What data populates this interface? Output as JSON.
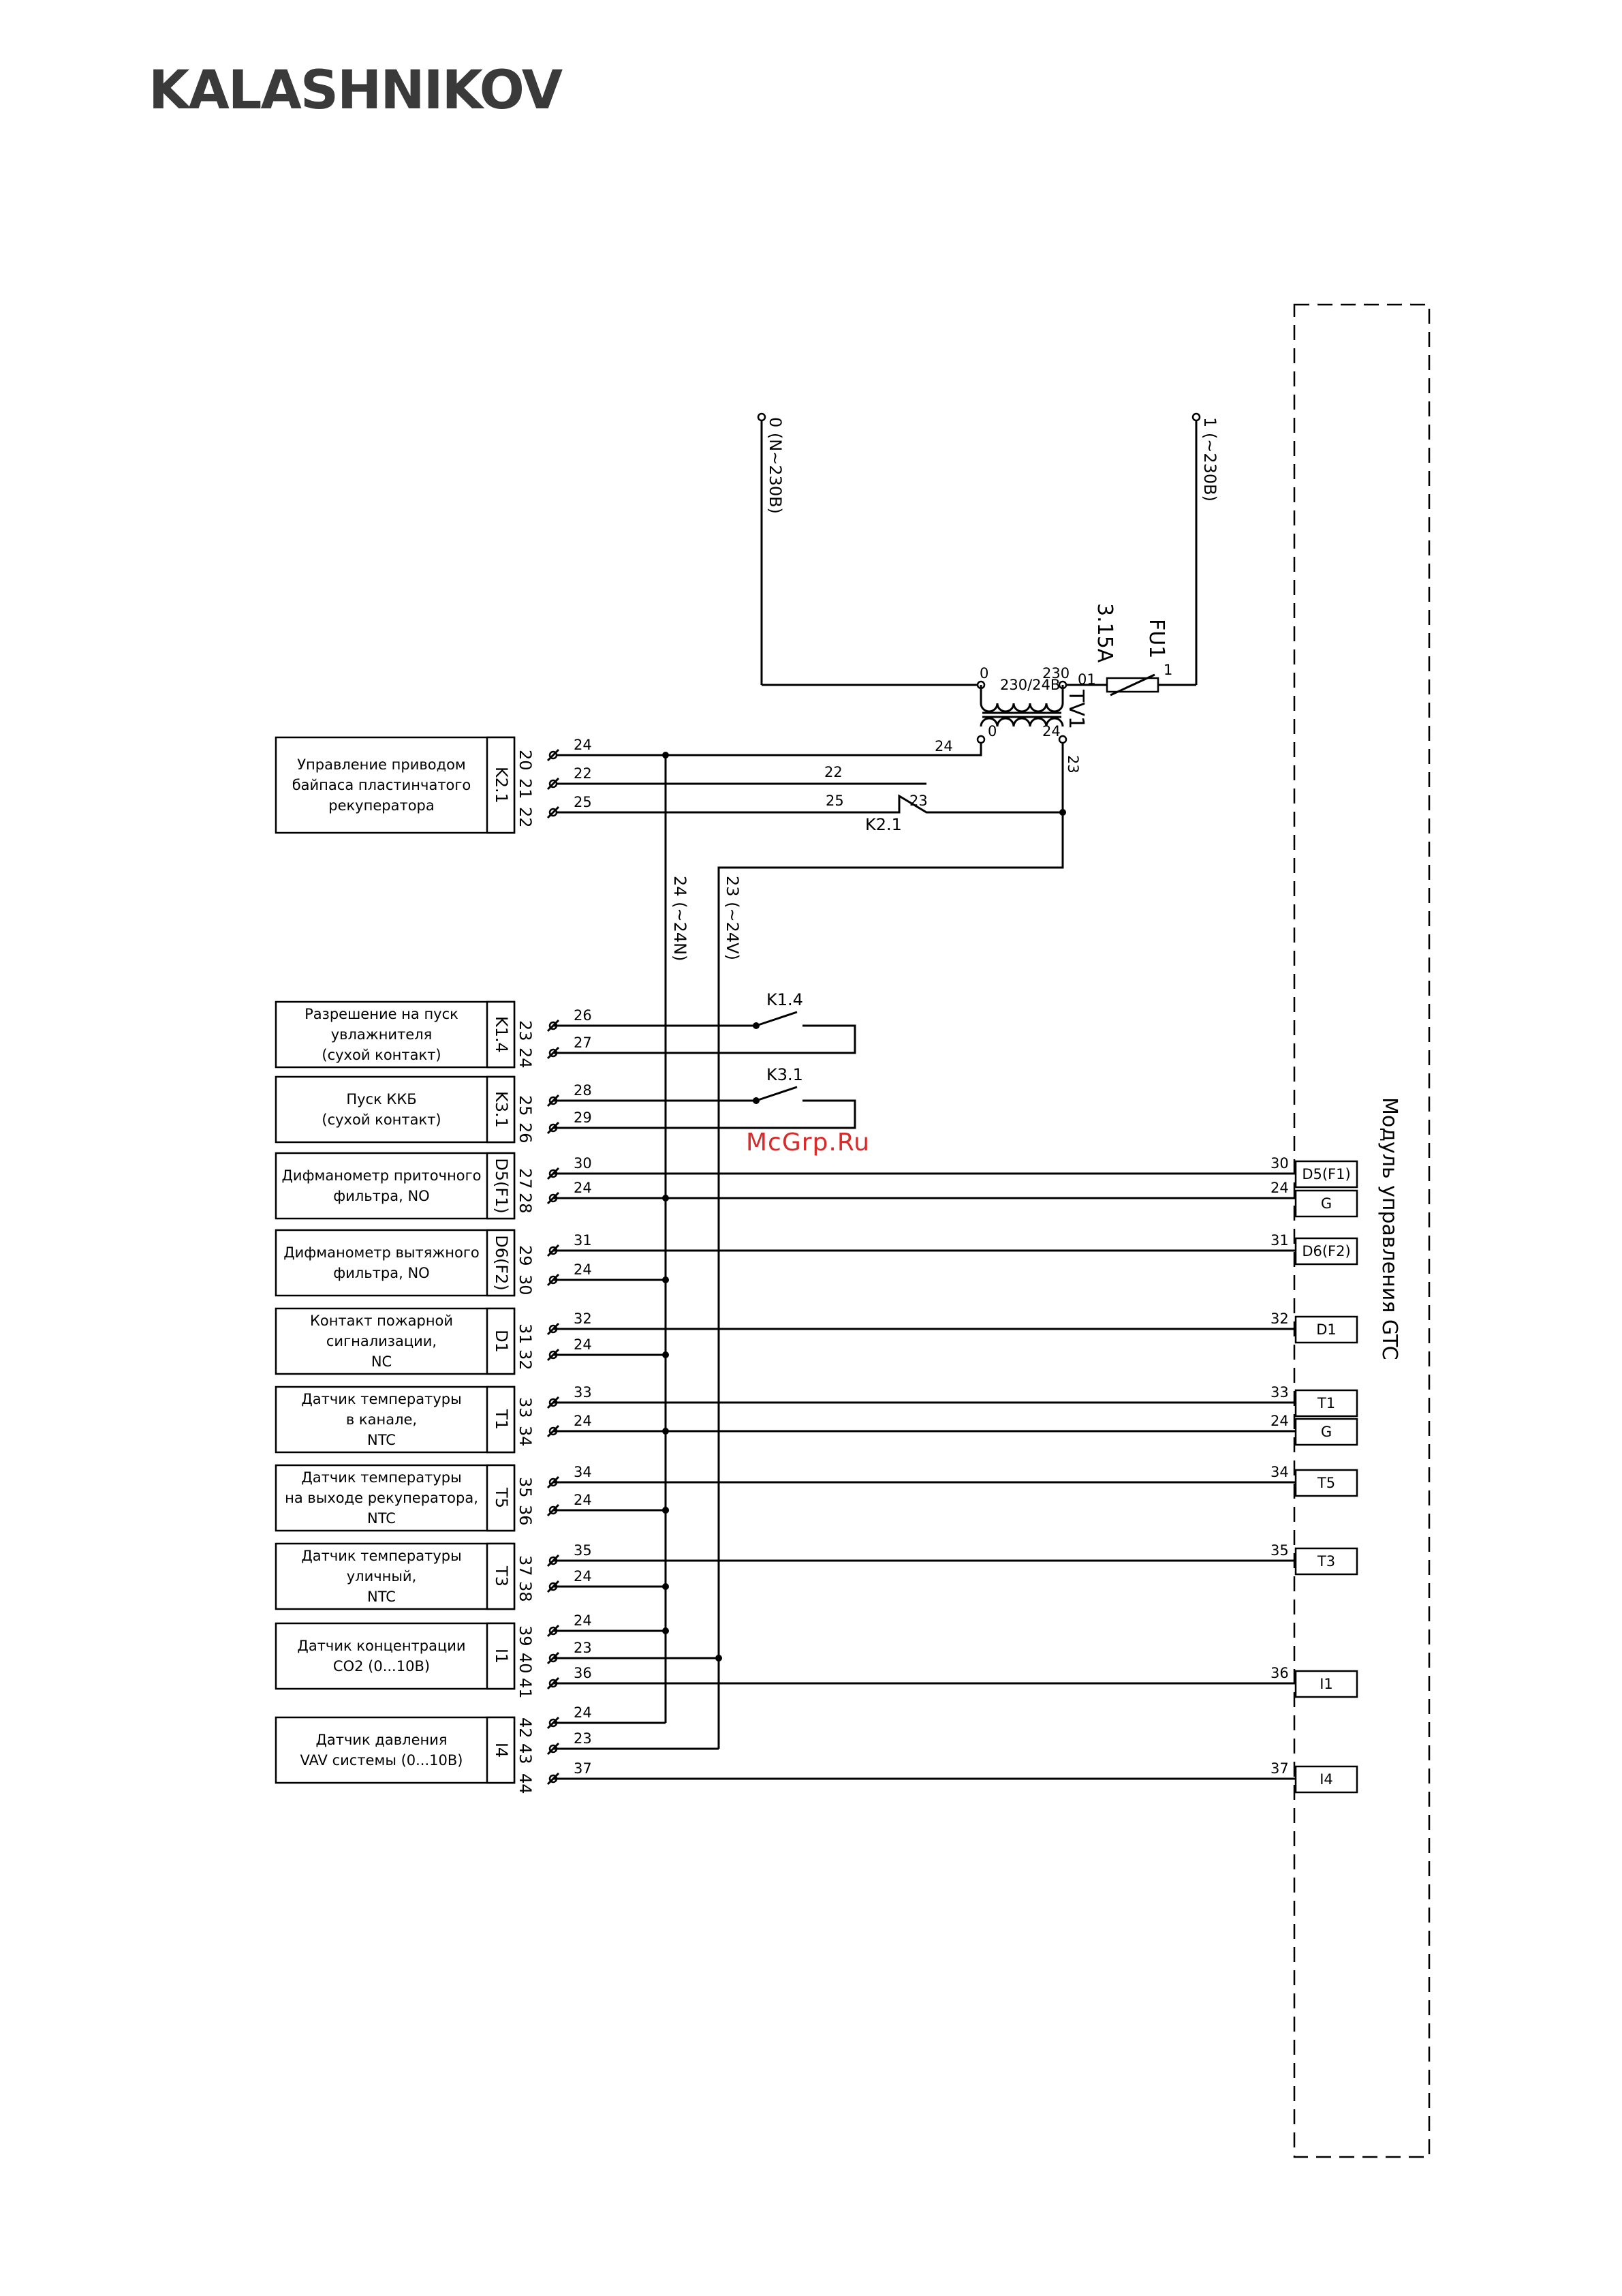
{
  "brand": {
    "logo_text": "KALASHNIKOV"
  },
  "watermark": "McGrp.Ru",
  "power": {
    "neutral_label": "0 (N~230В)",
    "phase_label": "1 (~230В)",
    "fuse_label": "FU1",
    "fuse_rating": "3.15A",
    "transformer_label": "TV1",
    "transformer_ratio": "230/24В",
    "transformer_terminals": [
      "0",
      "230",
      "01",
      "1",
      "0",
      "24",
      "24",
      "23"
    ],
    "relay_label": "K2.1",
    "relay_terminals": [
      "22",
      "25",
      "23"
    ],
    "bus24_label": "24 (~24N)",
    "bus23_label": "23 (~24V)"
  },
  "gtc_module_label": "Модуль управления GTC",
  "devices": [
    {
      "tag": "K2.1",
      "lines": [
        "Управление приводом",
        "байпаса пластинчатого",
        "рекуператора"
      ],
      "terminals": [
        "20",
        "21",
        "22"
      ],
      "wires": [
        "24",
        "22",
        "25"
      ]
    },
    {
      "tag": "K1.4",
      "lines": [
        "Разрешение на пуск",
        "увлажнителя",
        "(сухой контакт)"
      ],
      "terminals": [
        "23",
        "24"
      ],
      "wires": [
        "26",
        "27"
      ],
      "contact": "K1.4"
    },
    {
      "tag": "K3.1",
      "lines": [
        "Пуск ККБ",
        "(сухой контакт)"
      ],
      "terminals": [
        "25",
        "26"
      ],
      "wires": [
        "28",
        "29"
      ],
      "contact": "K3.1"
    },
    {
      "tag": "D5(F1)",
      "lines": [
        "Дифманометр приточного",
        "фильтра, NO"
      ],
      "terminals": [
        "27",
        "28"
      ],
      "wires": [
        "30",
        "24"
      ],
      "module": [
        "D5(F1)",
        "G"
      ]
    },
    {
      "tag": "D6(F2)",
      "lines": [
        "Дифманометр вытяжного",
        "фильтра, NO"
      ],
      "terminals": [
        "29",
        "30"
      ],
      "wires": [
        "31",
        "24"
      ],
      "module": [
        "D6(F2)"
      ]
    },
    {
      "tag": "D1",
      "lines": [
        "Контакт пожарной",
        "сигнализации,",
        "NC"
      ],
      "terminals": [
        "31",
        "32"
      ],
      "wires": [
        "32",
        "24"
      ],
      "module": [
        "D1"
      ]
    },
    {
      "tag": "T1",
      "lines": [
        "Датчик температуры",
        "в канале,",
        "NTC"
      ],
      "terminals": [
        "33",
        "34"
      ],
      "wires": [
        "33",
        "24"
      ],
      "module": [
        "T1",
        "G"
      ]
    },
    {
      "tag": "T5",
      "lines": [
        "Датчик температуры",
        "на выходе рекуператора,",
        "NTC"
      ],
      "terminals": [
        "35",
        "36"
      ],
      "wires": [
        "34",
        "24"
      ],
      "module": [
        "T5"
      ]
    },
    {
      "tag": "T3",
      "lines": [
        "Датчик температуры",
        "уличный,",
        "NTC"
      ],
      "terminals": [
        "37",
        "38"
      ],
      "wires": [
        "35",
        "24"
      ],
      "module": [
        "T3"
      ]
    },
    {
      "tag": "I1",
      "lines": [
        "Датчик концентрации",
        "CO2 (0...10В)"
      ],
      "terminals": [
        "39",
        "40",
        "41"
      ],
      "wires": [
        "24",
        "23",
        "36"
      ],
      "module": [
        "I1"
      ]
    },
    {
      "tag": "I4",
      "lines": [
        "Датчик давления",
        "VAV системы (0...10В)"
      ],
      "terminals": [
        "42",
        "43",
        "44"
      ],
      "wires": [
        "24",
        "23",
        "37"
      ],
      "module": [
        "I4"
      ]
    }
  ]
}
